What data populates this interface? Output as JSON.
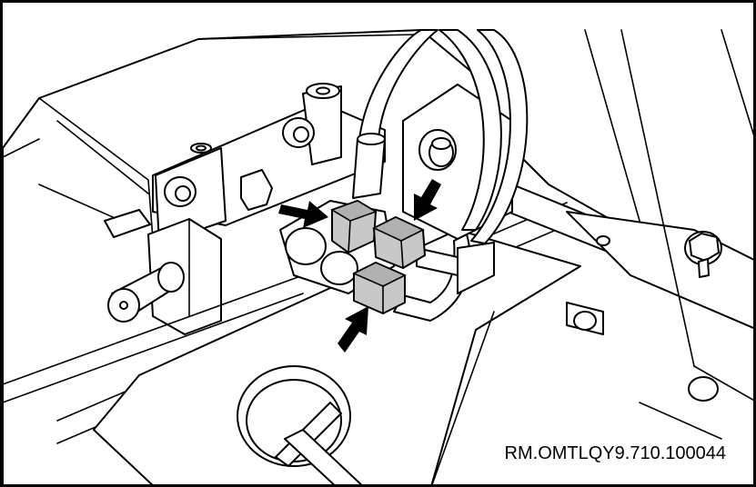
{
  "figure": {
    "reference_code": "RM.OMTLQY9.710.100044"
  },
  "colors": {
    "line": "#000000",
    "background": "#ffffff",
    "fitting_highlight": "#c8c8c8"
  },
  "callouts": {
    "count": 3,
    "marker": "arrow"
  }
}
